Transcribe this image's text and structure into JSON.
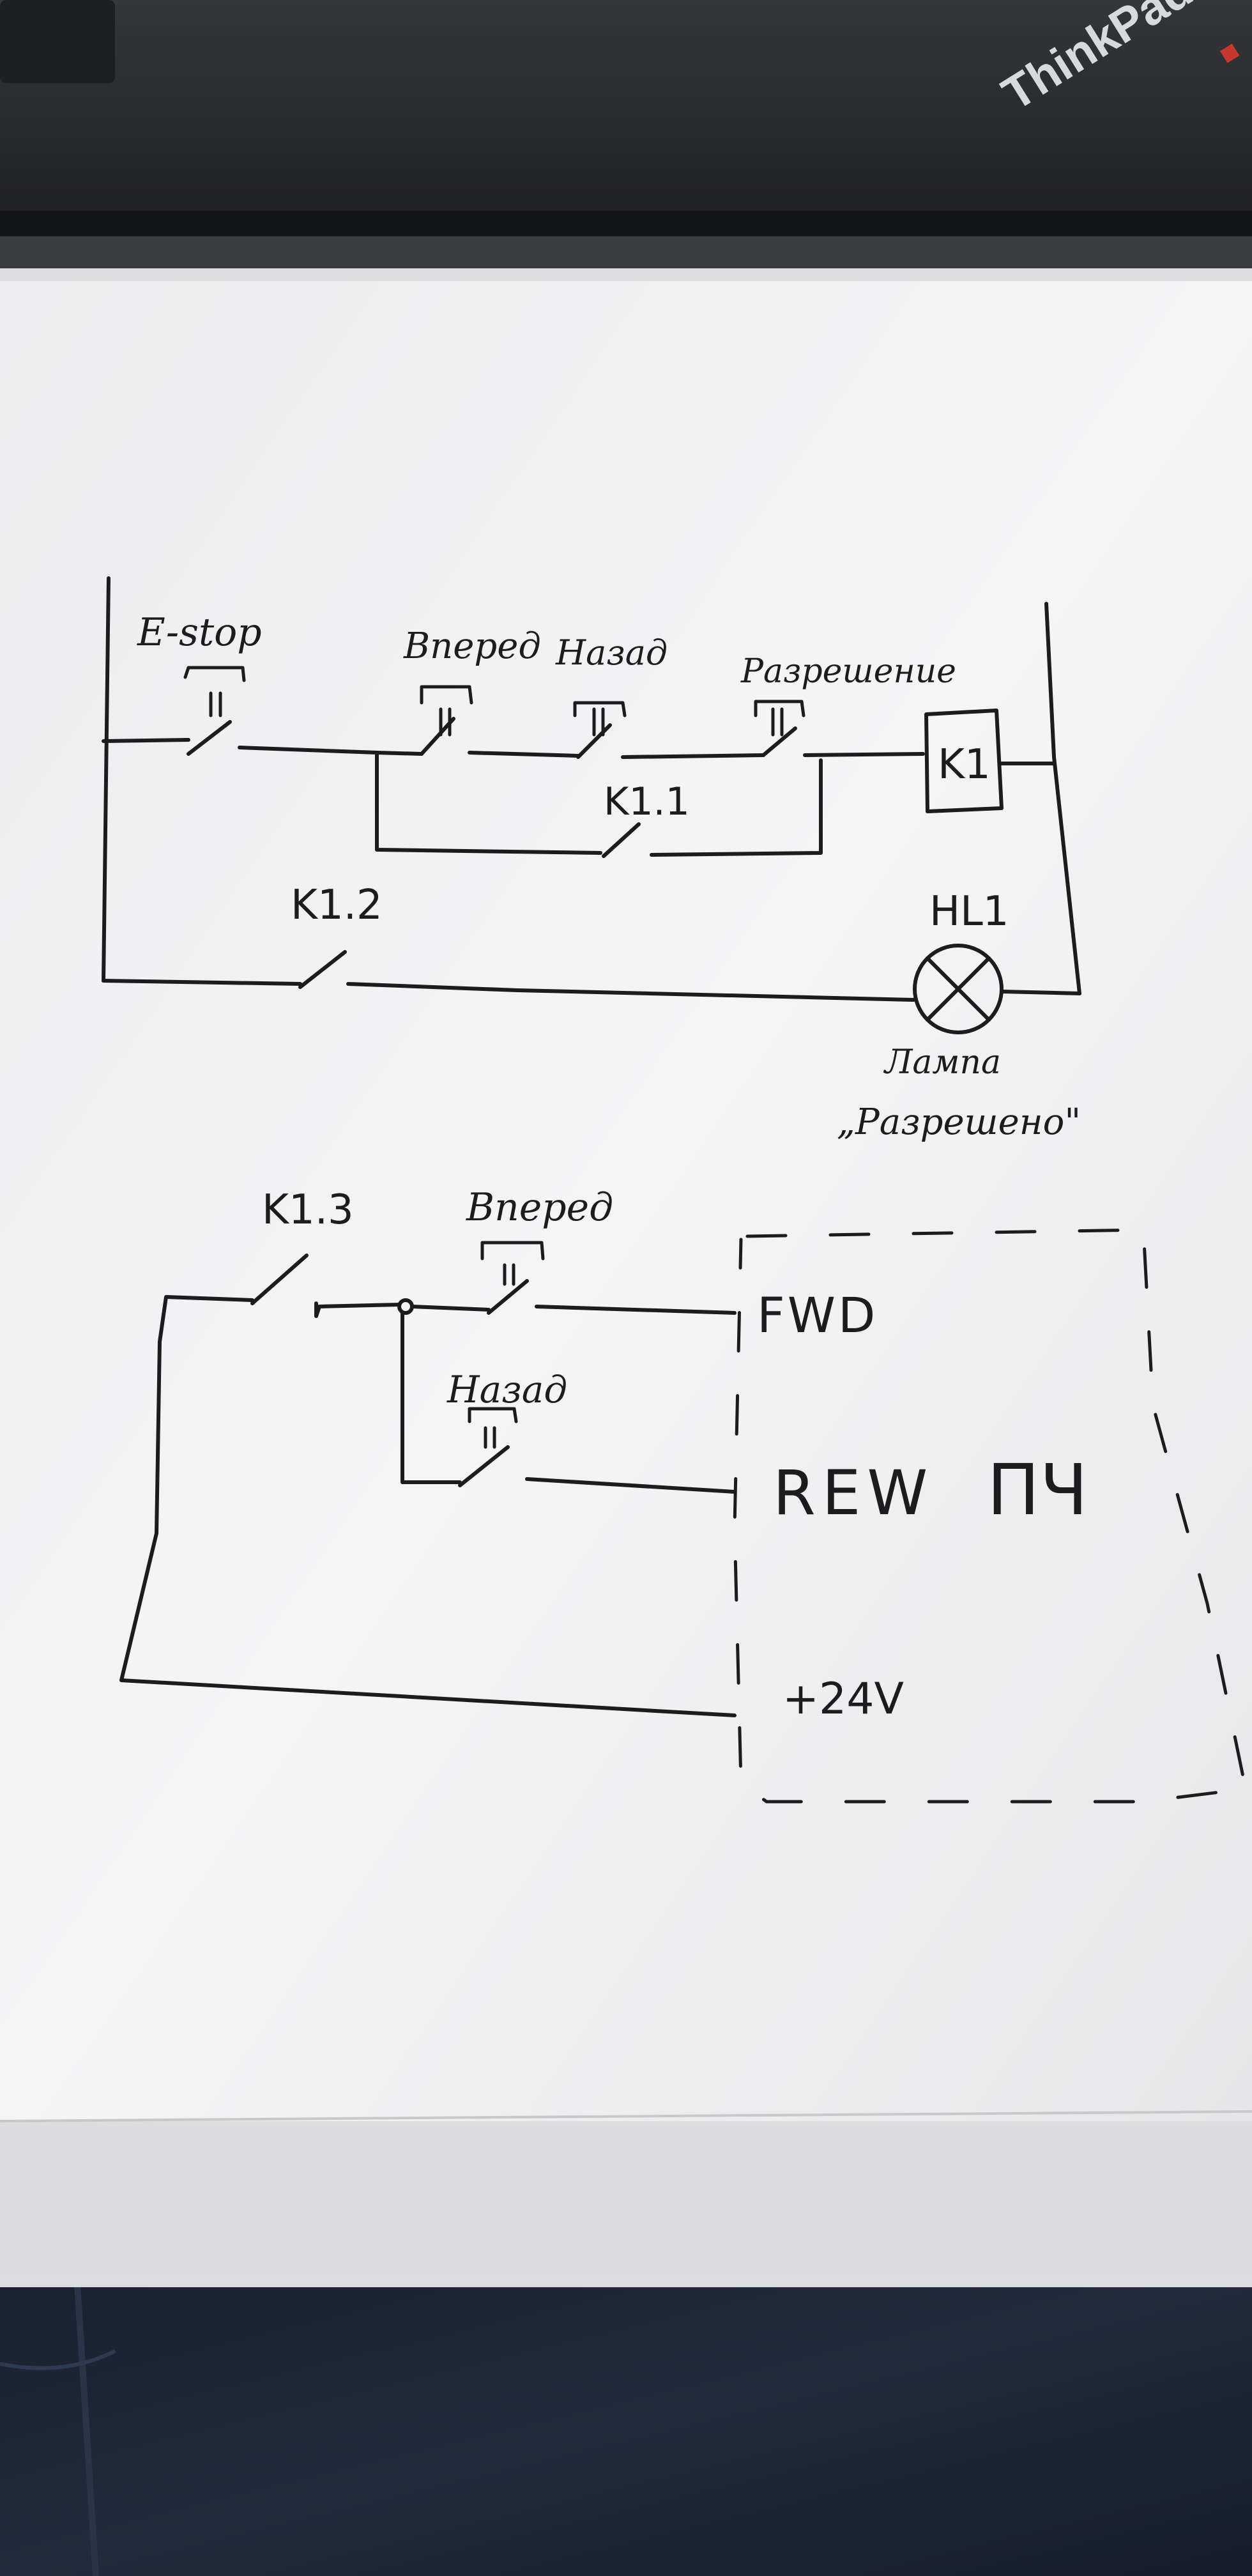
{
  "laptop": {
    "brand_logo": "ThinkPad"
  },
  "diagram_top": {
    "estop_label": "E-stop",
    "forward_label": "Вперед",
    "back_label": "Назад",
    "enable_label": "Разрешение",
    "coil_label": "K1",
    "k11_label": "K1.1",
    "k12_label": "K1.2",
    "lamp_id": "HL1",
    "lamp_caption_1": "Лампа",
    "lamp_caption_2": "„Разрешено\""
  },
  "diagram_bottom": {
    "k13_label": "K1.3",
    "forward_label": "Вперед",
    "back_label": "Назад",
    "vfd_fwd": "FWD",
    "vfd_rew": "REW",
    "vfd_name": "ПЧ",
    "vfd_24v": "+24V"
  },
  "colors": {
    "paper": "#f3f3f4",
    "ink": "#1c1c1e",
    "laptop": "#2b2c2e",
    "jeans": "#1d2433"
  }
}
